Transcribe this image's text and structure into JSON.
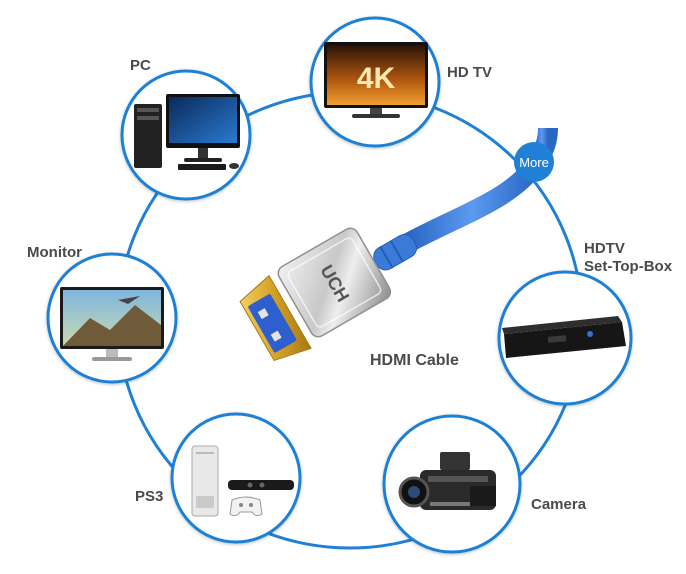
{
  "center": {
    "label": "HDMI Cable",
    "cable_brand": "UCH"
  },
  "more_badge": {
    "label": "More"
  },
  "screen_text": {
    "hdtv_badge": "4K"
  },
  "devices": [
    {
      "id": "hd-tv",
      "label": "HD TV"
    },
    {
      "id": "set-top-box",
      "label_line1": "HDTV",
      "label_line2": "Set-Top-Box"
    },
    {
      "id": "camera",
      "label": "Camera"
    },
    {
      "id": "ps3",
      "label": "PS3"
    },
    {
      "id": "monitor",
      "label": "Monitor"
    },
    {
      "id": "pc",
      "label": "PC"
    }
  ],
  "colors": {
    "ring": "#1f80d6",
    "node_border": "#1f80d6",
    "cable_blue": "#3a7ad8",
    "connector_gold": "#d6a428",
    "label_text": "#4a4a4a"
  }
}
